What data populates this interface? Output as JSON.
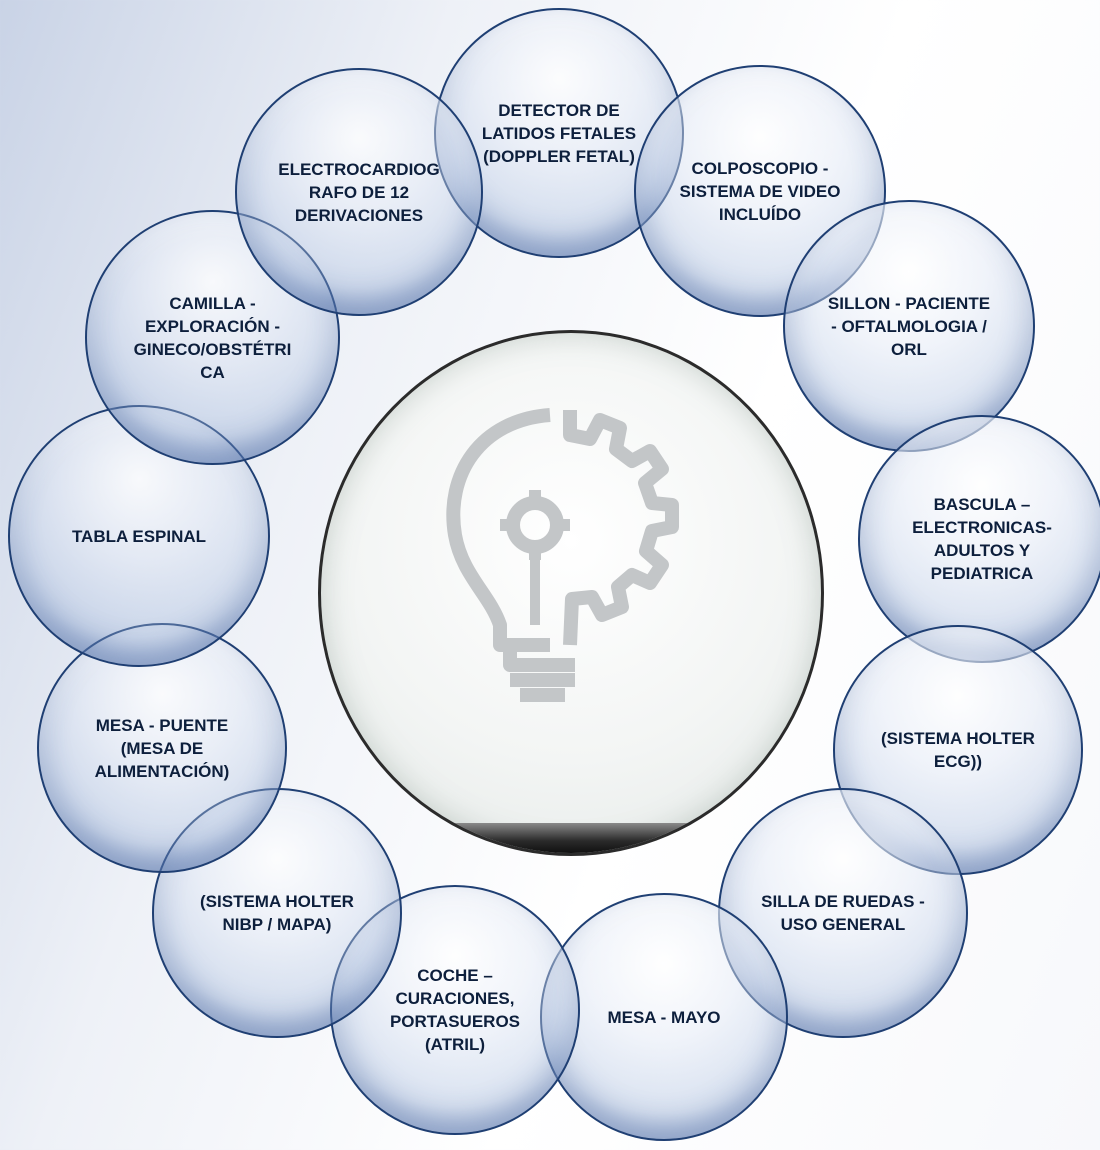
{
  "diagram": {
    "items": [
      "DETECTOR DE\nLATIDOS FETALES\n(DOPPLER FETAL)",
      "COLPOSCOPIO -\nSISTEMA DE VIDEO\nINCLUÍDO",
      "SILLON - PACIENTE\n- OFTALMOLOGIA /\nORL",
      "BASCULA –\nELECTRONICAS-\nADULTOS Y\nPEDIATRICA",
      "(SISTEMA HOLTER\nECG))",
      "SILLA DE RUEDAS -\nUSO GENERAL",
      "MESA - MAYO",
      "COCHE –\nCURACIONES,\nPORTASUEROS\n(ATRIL)",
      "(SISTEMA HOLTER\nNIBP / MAPA)",
      "MESA - PUENTE\n(MESA DE\nALIMENTACIÓN)",
      "TABLA ESPINAL",
      "CAMILLA -\nEXPLORACIÓN -\nGINECO/OBSTÉTRI\nCA",
      "ELECTROCARDIOG\nRAFO DE 12\nDERIVACIONES"
    ]
  },
  "center": {
    "icon": "lightbulb-gear-icon"
  },
  "colors": {
    "bubble_border": "#1f3f73",
    "text": "#0d1f3c"
  }
}
